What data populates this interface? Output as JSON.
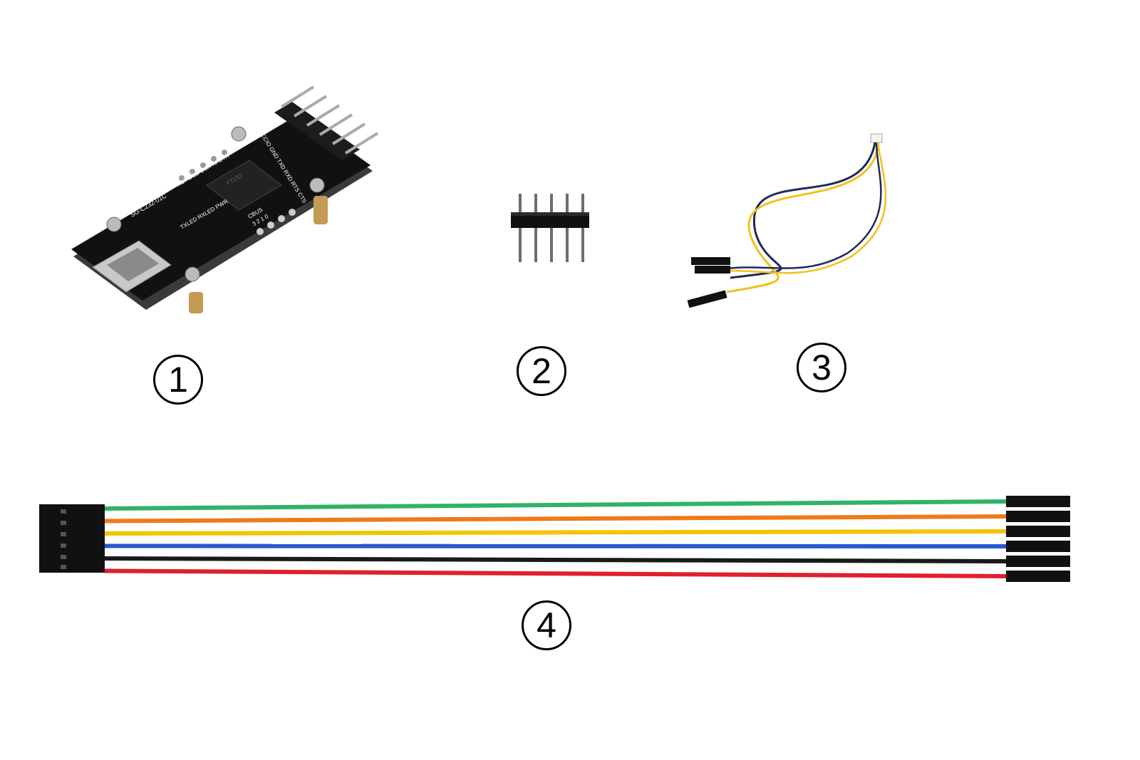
{
  "items": [
    {
      "number": "1",
      "kind": "usb-uart-board",
      "board": {
        "model": "SG-C232-01C",
        "top_pins": [
          "RST",
          "DCD",
          "DSR",
          "RI",
          "DTR"
        ],
        "right_pins": [
          "VCCIO",
          "GND",
          "TXD",
          "RXD",
          "RTS",
          "CTS"
        ],
        "leds": [
          "TXLED",
          "RXLED",
          "PWR"
        ],
        "cbus_title": "CBUS",
        "cbus_pins": [
          "3",
          "2",
          "1",
          "0"
        ],
        "voltage_labels": [
          "5V",
          "VCCIO",
          "3V3"
        ],
        "chip_text": "FT232"
      }
    },
    {
      "number": "2",
      "kind": "pin-header"
    },
    {
      "number": "3",
      "kind": "two-wire-cable"
    },
    {
      "number": "4",
      "kind": "six-wire-dupont-cable",
      "wire_colors": [
        "#2fb36a",
        "#f07a18",
        "#f5c400",
        "#2a58d0",
        "#1a1a1a",
        "#e0202e"
      ]
    }
  ]
}
